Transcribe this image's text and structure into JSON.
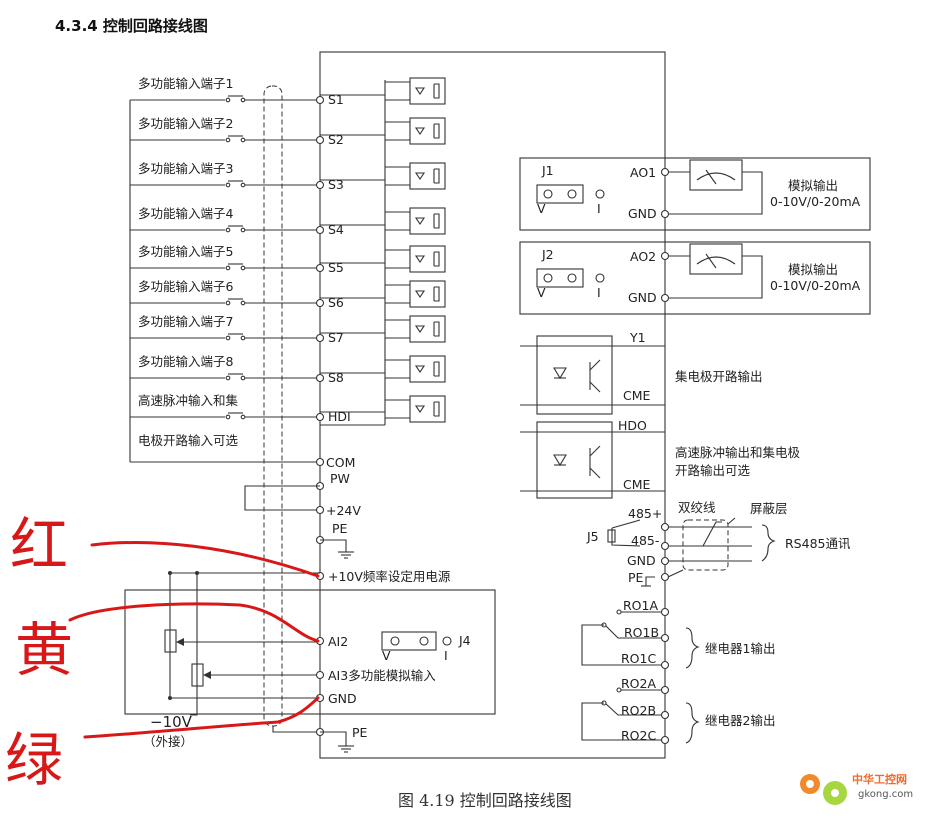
{
  "title": "4.3.4 控制回路接线图",
  "caption": "图 4.19 控制回路接线图",
  "inputs": [
    {
      "label": "多功能输入端子1",
      "terminal": "S1"
    },
    {
      "label": "多功能输入端子2",
      "terminal": "S2"
    },
    {
      "label": "多功能输入端子3",
      "terminal": "S3"
    },
    {
      "label": "多功能输入端子4",
      "terminal": "S4"
    },
    {
      "label": "多功能输入端子5",
      "terminal": "S5"
    },
    {
      "label": "多功能输入端子6",
      "terminal": "S6"
    },
    {
      "label": "多功能输入端子7",
      "terminal": "S7"
    },
    {
      "label": "多功能输入端子8",
      "terminal": "S8"
    },
    {
      "label": "高速脉冲输入和集",
      "terminal": "HDI"
    }
  ],
  "hdi_label_line2": "电极开路输入可选",
  "left_terminals": {
    "com": "COM",
    "pw": "PW",
    "v24": "+24V",
    "pe1": "PE",
    "v10": "+10V频率设定用电源",
    "ai2": "AI2",
    "ai3": "AI3多功能模拟输入",
    "gnd": "GND",
    "pe2": "PE"
  },
  "j4": {
    "name": "J4",
    "v": "V",
    "i": "I"
  },
  "ext": {
    "minus10v": "−10V",
    "external": "（外接）"
  },
  "analog_out": [
    {
      "jumper": "J1",
      "terminal": "AO1",
      "gnd": "GND",
      "v": "V",
      "i": "I",
      "desc1": "模拟输出",
      "desc2": "0-10V/0-20mA"
    },
    {
      "jumper": "J2",
      "terminal": "AO2",
      "gnd": "GND",
      "v": "V",
      "i": "I",
      "desc1": "模拟输出",
      "desc2": "0-10V/0-20mA"
    }
  ],
  "digital_out": {
    "y1": "Y1",
    "cme1": "CME",
    "y1_desc": "集电极开路输出",
    "hdo": "HDO",
    "cme2": "CME",
    "hdo_desc1": "高速脉冲输出和集电极",
    "hdo_desc2": "开路输出可选"
  },
  "rs485": {
    "plus": "485+",
    "minus": "485-",
    "gnd": "GND",
    "pe": "PE",
    "j5": "J5",
    "twisted": "双绞线",
    "shield": "屏蔽层",
    "desc": "RS485通讯"
  },
  "relays": {
    "ro1a": "RO1A",
    "ro1b": "RO1B",
    "ro1c": "RO1C",
    "relay1": "继电器1输出",
    "ro2a": "RO2A",
    "ro2b": "RO2B",
    "ro2c": "RO2C",
    "relay2": "继电器2输出"
  },
  "annotations": {
    "red": "红",
    "yellow": "黄",
    "green": "绿"
  },
  "watermark": {
    "cn": "中华工控网",
    "en": "gkong.com"
  },
  "colors": {
    "annotation": "#d81818",
    "line": "#333333"
  }
}
